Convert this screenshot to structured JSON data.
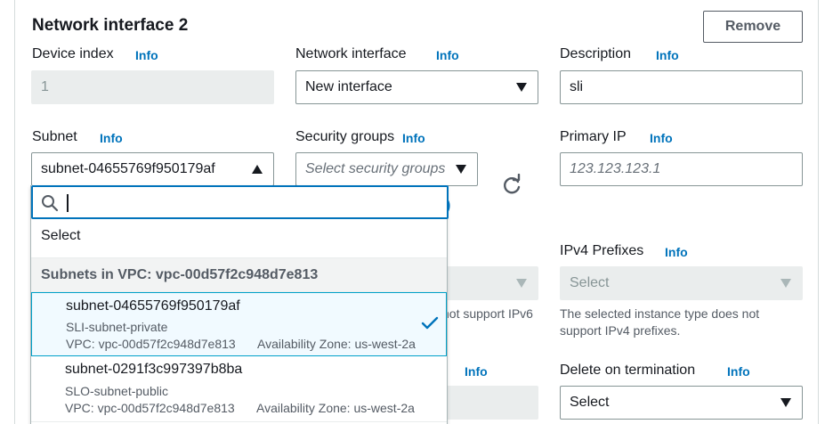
{
  "header": {
    "title": "Network interface 2",
    "remove_label": "Remove"
  },
  "info_label": "Info",
  "device_index": {
    "label": "Device index",
    "value": "1"
  },
  "network_interface": {
    "label": "Network interface",
    "value": "New interface"
  },
  "description": {
    "label": "Description",
    "value": "sli"
  },
  "subnet": {
    "label": "Subnet",
    "value": "subnet-04655769f950179af"
  },
  "security_groups": {
    "label": "Security groups",
    "placeholder": "Select security groups"
  },
  "primary_ip": {
    "label": "Primary IP",
    "placeholder": "123.123.123.1"
  },
  "partial_link_char": ")",
  "ipv6_hidden": {
    "value": "",
    "hint": "not support IPv6"
  },
  "ipv4_prefixes": {
    "label": "IPv4 Prefixes",
    "value": "Select",
    "hint_line1": "The selected instance type does not",
    "hint_line2": "support IPv4 prefixes."
  },
  "delete_on_termination": {
    "label": "Delete on termination",
    "value": "Select"
  },
  "dropdown": {
    "search_value": "",
    "select_option": "Select",
    "group_header": "Subnets in VPC: vpc-00d57f2c948d7e813",
    "options": [
      {
        "id": "subnet-04655769f950179af",
        "name": "SLI-subnet-private",
        "vpc": "VPC: vpc-00d57f2c948d7e813",
        "az": "Availability Zone: us-west-2a",
        "selected": true
      },
      {
        "id": "subnet-0291f3c997397b8ba",
        "name": "SLO-subnet-public",
        "vpc": "VPC: vpc-00d57f2c948d7e813",
        "az": "Availability Zone: us-west-2a",
        "selected": false
      }
    ]
  },
  "icons": {
    "caret": "caret-down-icon",
    "refresh": "refresh-icon",
    "search": "search-icon",
    "check": "check-icon"
  },
  "colors": {
    "accent": "#0073bb",
    "text": "#16191f",
    "muted": "#545b64",
    "disabled_bg": "#eaeded"
  }
}
